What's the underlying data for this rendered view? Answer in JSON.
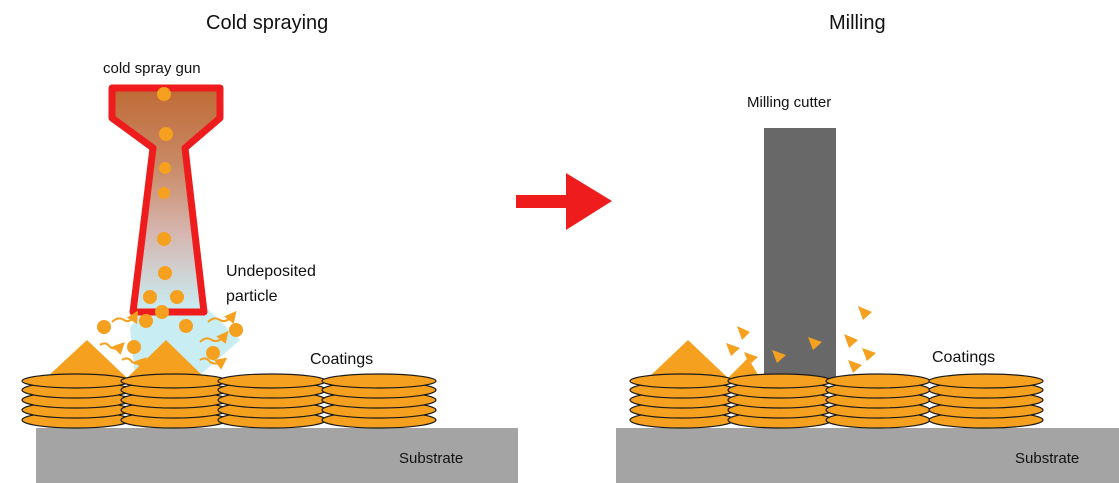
{
  "panels": {
    "left": {
      "title": "Cold spraying",
      "gun_label": "cold spray gun",
      "undeposited_label_line1": "Undeposited",
      "undeposited_label_line2": "particle",
      "coatings_label": "Coatings",
      "substrate_label": "Substrate"
    },
    "right": {
      "title": "Milling",
      "cutter_label": "Milling cutter",
      "coatings_label": "Coatings",
      "substrate_label": "Substrate"
    }
  },
  "colors": {
    "substrate": "#a4a4a4",
    "coating": "#f5a01e",
    "coating_outline": "#1a1a1a",
    "particle": "#f5a01e",
    "gun_outline": "#ee1c1c",
    "gun_fill_top": "#bf6a35",
    "spray_bottom": "#c8eef4",
    "arrow": "#ee1c1c",
    "cutter": "#686868"
  }
}
